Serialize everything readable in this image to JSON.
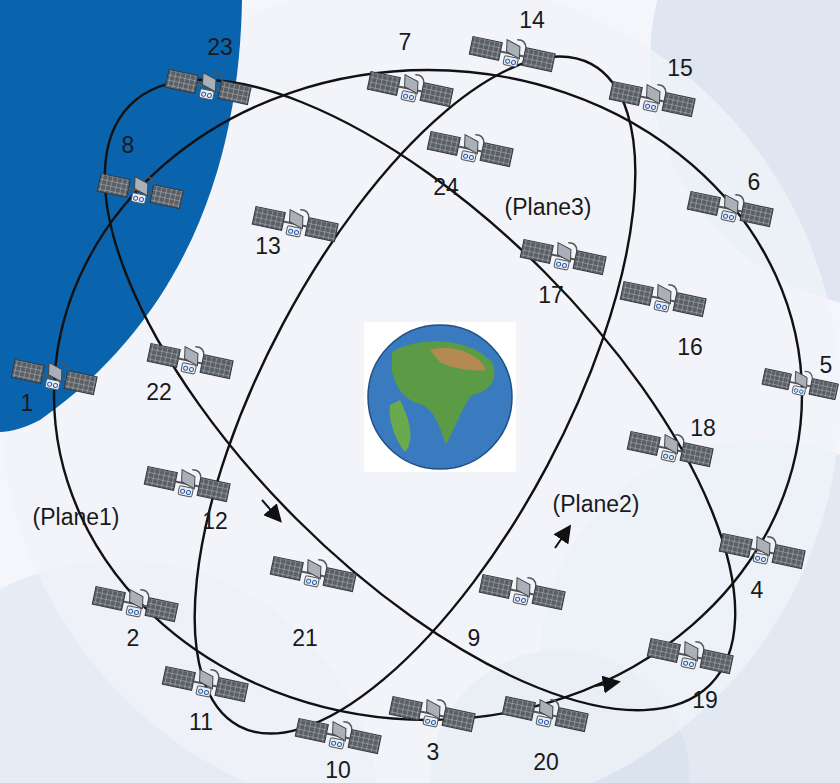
{
  "diagram": {
    "labels": [
      "14",
      "7",
      "23",
      "15",
      "8",
      "6",
      "24",
      "(Plane3)",
      "13",
      "17",
      "16",
      "5",
      "22",
      "1",
      "18",
      "(Plane2)",
      "(Plane1)",
      "12",
      "4",
      "21",
      "9",
      "2",
      "19",
      "11",
      "3",
      "20",
      "10"
    ]
  }
}
